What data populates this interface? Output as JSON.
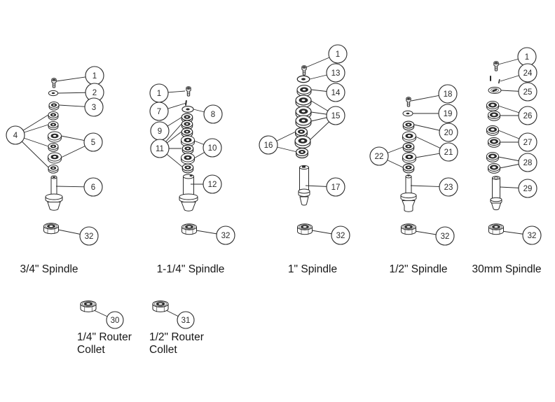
{
  "spindles": [
    {
      "label": "3/4\" Spindle",
      "balloons": [
        "1",
        "2",
        "3",
        "4",
        "5",
        "6",
        "32"
      ]
    },
    {
      "label": "1-1/4\" Spindle",
      "balloons": [
        "1",
        "7",
        "8",
        "9",
        "11",
        "10",
        "12",
        "32"
      ]
    },
    {
      "label": "1\" Spindle",
      "balloons": [
        "1",
        "13",
        "14",
        "15",
        "16",
        "17",
        "32"
      ]
    },
    {
      "label": "1/2\" Spindle",
      "balloons": [
        "18",
        "19",
        "20",
        "21",
        "22",
        "23",
        "32"
      ]
    },
    {
      "label": "30mm Spindle",
      "balloons": [
        "1",
        "24",
        "25",
        "26",
        "27",
        "28",
        "29",
        "32"
      ]
    }
  ],
  "collets": [
    {
      "balloon": "30",
      "line1": "1/4\" Router",
      "line2": "Collet"
    },
    {
      "balloon": "31",
      "line1": "1/2\" Router",
      "line2": "Collet"
    }
  ],
  "colors": {
    "line": "#2a2a2a",
    "background": "#ffffff"
  }
}
